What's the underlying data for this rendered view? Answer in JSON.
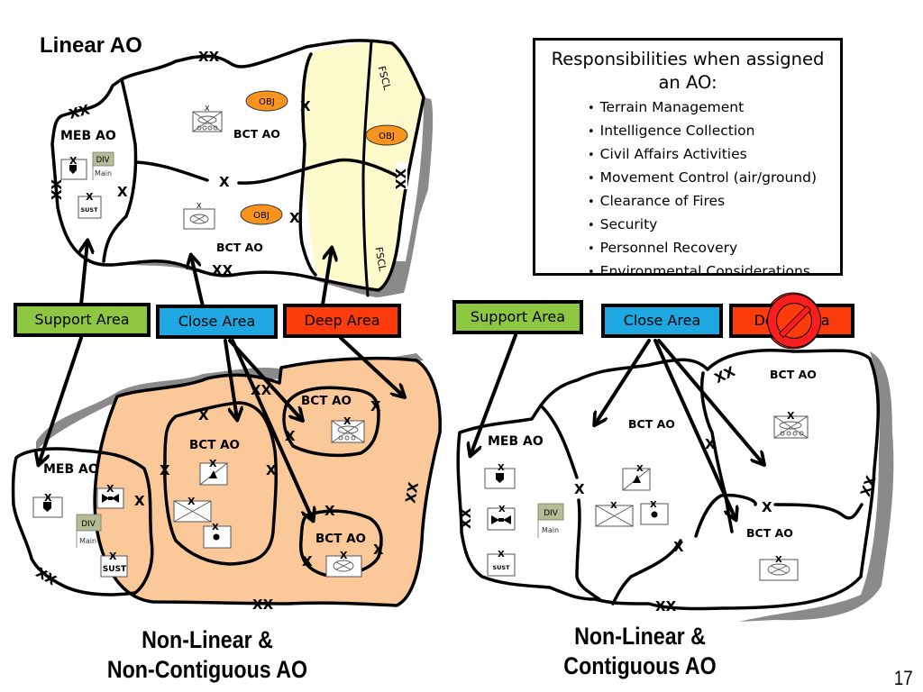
{
  "slide": {
    "page_number": "17"
  },
  "linear_ao": {
    "title": "Linear AO",
    "meb_label": "MEB AO",
    "bct_top_label": "BCT AO",
    "bct_bottom_label": "BCT AO",
    "obj_labels": [
      "OBJ",
      "OBJ",
      "OBJ"
    ],
    "fscl_labels": [
      "FSCL",
      "FSCL"
    ],
    "div_label": "DIV",
    "main_label": "Main",
    "sust_label": "SUST",
    "boundary_markers": {
      "division": "XX",
      "brigade": "X"
    },
    "deep_fill_color": "#fdfacc"
  },
  "responsibilities": {
    "title": "Responsibilities when assigned an AO:",
    "items": [
      "Terrain Management",
      "Intelligence Collection",
      "Civil Affairs Activities",
      "Movement Control (air/ground)",
      "Clearance of Fires",
      "Security",
      "Personnel Recovery",
      "Environmental Considerations"
    ]
  },
  "area_labels_left": {
    "support": {
      "label": "Support Area",
      "color": "#8dc641"
    },
    "close": {
      "label": "Close Area",
      "color": "#1ea7e1"
    },
    "deep": {
      "label": "Deep Area",
      "color": "#fc3c0b"
    }
  },
  "area_labels_right": {
    "support": {
      "label": "Support Area",
      "color": "#8dc641"
    },
    "close": {
      "label": "Close Area",
      "color": "#1ea7e1"
    },
    "deep": {
      "label": "Deep Area",
      "color": "#fc3c0b",
      "prohibited": true
    },
    "prohibited_icon_color": "#fa1e1e"
  },
  "nonlinear_noncontiguous": {
    "title_line1": "Non-Linear &",
    "title_line2": "Non-Contiguous AO",
    "meb_label": "MEB  AO",
    "bct_labels": [
      "BCT AO",
      "BCT AO",
      "BCT AO"
    ],
    "div_label": "DIV",
    "main_label": "Main",
    "sust_label": "SUST",
    "fill_color": "#fbc89a"
  },
  "nonlinear_contiguous": {
    "title_line1": "Non-Linear &",
    "title_line2": "Contiguous AO",
    "meb_label": "MEB AO",
    "bct_labels": [
      "BCT AO",
      "BCT AO",
      "BCT AO"
    ],
    "div_label": "DIV",
    "main_label": "Main",
    "sust_label": "SUST"
  },
  "symbols": {
    "brigade_echelon": "X",
    "division_boundary": "XX",
    "div_flag_color": "#b4bc94"
  }
}
